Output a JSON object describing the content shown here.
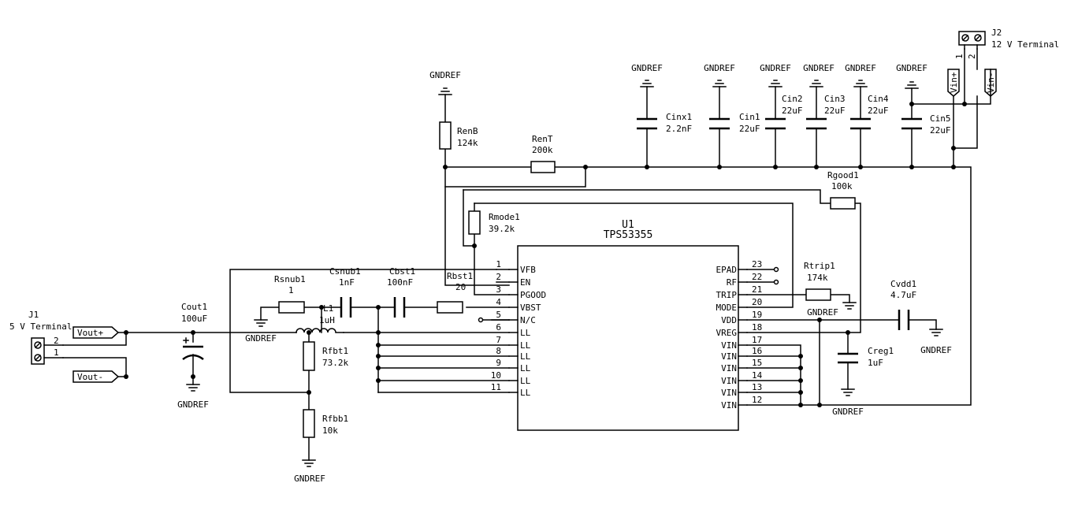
{
  "gnd": "GNDREF",
  "u1": {
    "ref": "U1",
    "value": "TPS53355",
    "left_pins": [
      {
        "num": "1",
        "name": "VFB"
      },
      {
        "num": "2",
        "name": "EN"
      },
      {
        "num": "3",
        "name": "PGOOD"
      },
      {
        "num": "4",
        "name": "VBST"
      },
      {
        "num": "5",
        "name": "N/C"
      },
      {
        "num": "6",
        "name": "LL"
      },
      {
        "num": "7",
        "name": "LL"
      },
      {
        "num": "8",
        "name": "LL"
      },
      {
        "num": "9",
        "name": "LL"
      },
      {
        "num": "10",
        "name": "LL"
      },
      {
        "num": "11",
        "name": "LL"
      }
    ],
    "right_pins": [
      {
        "num": "23",
        "name": "EPAD"
      },
      {
        "num": "22",
        "name": "RF"
      },
      {
        "num": "21",
        "name": "TRIP"
      },
      {
        "num": "20",
        "name": "MODE"
      },
      {
        "num": "19",
        "name": "VDD"
      },
      {
        "num": "18",
        "name": "VREG"
      },
      {
        "num": "17",
        "name": "VIN"
      },
      {
        "num": "16",
        "name": "VIN"
      },
      {
        "num": "15",
        "name": "VIN"
      },
      {
        "num": "14",
        "name": "VIN"
      },
      {
        "num": "13",
        "name": "VIN"
      },
      {
        "num": "12",
        "name": "VIN"
      }
    ]
  },
  "j1": {
    "ref": "J1",
    "value": "5 V Terminal",
    "pin2": "2",
    "pin1": "1",
    "label_pos": "Vout+",
    "label_neg": "Vout-"
  },
  "j2": {
    "ref": "J2",
    "value": "12 V Terminal",
    "pin1": "1",
    "pin2": "2",
    "label_pos": "Vin+",
    "label_neg": "Vin-"
  },
  "components": {
    "renb": {
      "ref": "RenB",
      "value": "124k"
    },
    "rent": {
      "ref": "RenT",
      "value": "200k"
    },
    "cinx1": {
      "ref": "Cinx1",
      "value": "2.2nF"
    },
    "cin1": {
      "ref": "Cin1",
      "value": "22uF"
    },
    "cin2": {
      "ref": "Cin2",
      "value": "22uF"
    },
    "cin3": {
      "ref": "Cin3",
      "value": "22uF"
    },
    "cin4": {
      "ref": "Cin4",
      "value": "22uF"
    },
    "cin5": {
      "ref": "Cin5",
      "value": "22uF"
    },
    "rgood1": {
      "ref": "Rgood1",
      "value": "100k"
    },
    "rmode1": {
      "ref": "Rmode1",
      "value": "39.2k"
    },
    "rsnub1": {
      "ref": "Rsnub1",
      "value": "1"
    },
    "csnub1": {
      "ref": "Csnub1",
      "value": "1nF"
    },
    "cbst1": {
      "ref": "Cbst1",
      "value": "100nF"
    },
    "rbst1": {
      "ref": "Rbst1",
      "value": "20"
    },
    "l1": {
      "ref": "L1",
      "value": "1uH"
    },
    "cout1": {
      "ref": "Cout1",
      "value": "100uF"
    },
    "rfbt1": {
      "ref": "Rfbt1",
      "value": "73.2k"
    },
    "rfbb1": {
      "ref": "Rfbb1",
      "value": "10k"
    },
    "rtrip1": {
      "ref": "Rtrip1",
      "value": "174k"
    },
    "cvdd1": {
      "ref": "Cvdd1",
      "value": "4.7uF"
    },
    "creg1": {
      "ref": "Creg1",
      "value": "1uF"
    }
  }
}
